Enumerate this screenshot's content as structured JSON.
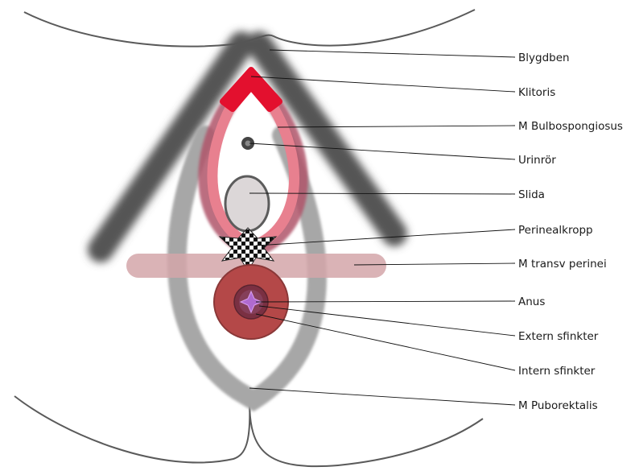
{
  "labels": [
    "Blygdben",
    "Klitoris",
    "M Bulbospongiosus",
    "Urinrör",
    "Slida",
    "Perinealkropp",
    "M transv perinei",
    "Anus",
    "Extern sfinkter",
    "Intern sfinkter",
    "M Puborektalis"
  ],
  "colors": {
    "outline": "#5a5a5a",
    "bone": "#555555",
    "clitoris": "#e3102e",
    "bulbospongiosus": "#e8808f",
    "bulbospongiosus_shadow": "#b0546a",
    "vagina": "#dcd7d8",
    "puborectalis": "#a7a7a7",
    "transverse_perinei": "#d4a6a9",
    "external_sphincter": "#b44848",
    "internal_sphincter": "#7a3042",
    "anus": "#b06ad0"
  }
}
